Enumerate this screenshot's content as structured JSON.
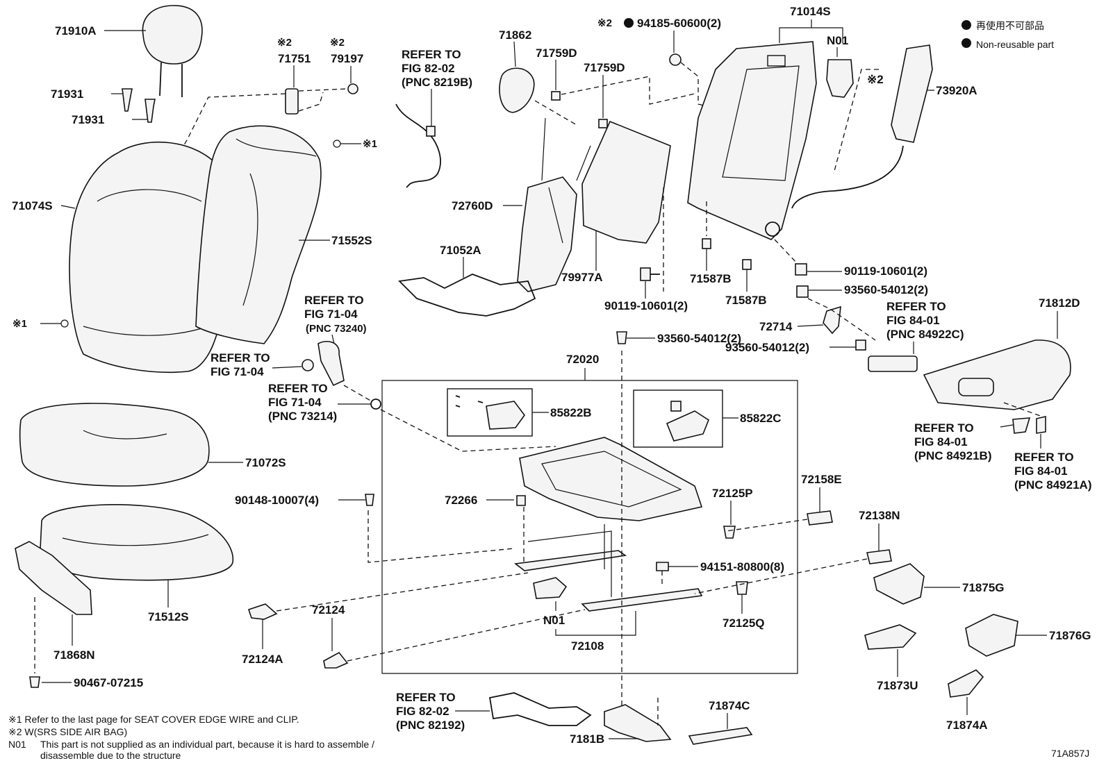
{
  "legend": {
    "reuse_jp": "再使用不可部品",
    "reuse_en": "Non-reusable part"
  },
  "labels": {
    "p71910A": "71910A",
    "p71931a": "71931",
    "p71931b": "71931",
    "p71751_mark": "※2",
    "p71751": "71751",
    "p79197_mark": "※2",
    "p79197": "79197",
    "p71074S": "71074S",
    "p71552S": "71552S",
    "mark1_top": "※1",
    "mark1_left": "※1",
    "ref8202_a_1": "REFER TO",
    "ref8202_a_2": "FIG 82-02",
    "ref8202_a_3": "(PNC 8219B)",
    "p71862": "71862",
    "p71759D_a": "71759D",
    "p71759D_b": "71759D",
    "p94185_mark": "※2",
    "p94185": "94185-60600(2)",
    "p71014S": "71014S",
    "pN01_top": "N01",
    "p73920A_mark": "※2",
    "p73920A": "73920A",
    "p72760D": "72760D",
    "p71052A": "71052A",
    "p79977A": "79977A",
    "p71587B_a": "71587B",
    "p71587B_b": "71587B",
    "p90119_a": "90119-10601(2)",
    "p90119_b": "90119-10601(2)",
    "p93560_a": "93560-54012(2)",
    "p93560_b": "93560-54012(2)",
    "p93560_c": "93560-54012(2)",
    "p72714": "72714",
    "ref8401_a_1": "REFER TO",
    "ref8401_a_2": "FIG 84-01",
    "ref8401_a_3": "(PNC 84922C)",
    "p71812D": "71812D",
    "ref7104_a_1": "REFER TO",
    "ref7104_a_2": "FIG 71-04",
    "ref7104_a_3": "(PNC 73240)",
    "ref7104_b_1": "REFER TO",
    "ref7104_b_2": "FIG 71-04",
    "ref7104_c_1": "REFER TO",
    "ref7104_c_2": "FIG 71-04",
    "ref7104_c_3": "(PNC 73214)",
    "p72020": "72020",
    "p85822B": "85822B",
    "p85822C": "85822C",
    "p71072S": "71072S",
    "p90148": "90148-10007(4)",
    "p72266": "72266",
    "p72125P": "72125P",
    "p72158E": "72158E",
    "ref8401_b_1": "REFER TO",
    "ref8401_b_2": "FIG 84-01",
    "ref8401_b_3": "(PNC 84921B)",
    "ref8401_c_1": "REFER TO",
    "ref8401_c_2": "FIG 84-01",
    "ref8401_c_3": "(PNC 84921A)",
    "p72138N": "72138N",
    "p94151": "94151-80800(8)",
    "p71875G": "71875G",
    "p72124": "72124",
    "p72125Q": "72125Q",
    "pN01_bottom": "N01",
    "p72108": "72108",
    "p71512S": "71512S",
    "p72124A": "72124A",
    "p71868N": "71868N",
    "p71876G": "71876G",
    "p71873U": "71873U",
    "p90467": "90467-07215",
    "ref8202_b_1": "REFER TO",
    "ref8202_b_2": "FIG 82-02",
    "ref8202_b_3": "(PNC 82192)",
    "p71874C": "71874C",
    "p7181B": "7181B",
    "p71874A": "71874A"
  },
  "footnotes": {
    "note1": "※1 Refer to the last page for SEAT COVER EDGE WIRE and CLIP.",
    "note2": "※2 W(SRS SIDE AIR BAG)",
    "note3_code": "N01",
    "note3_line1": "This part is not supplied as an individual part, because it is hard to assemble /",
    "note3_line2": "disassemble due to the structure"
  },
  "figure_code": "71A857J"
}
